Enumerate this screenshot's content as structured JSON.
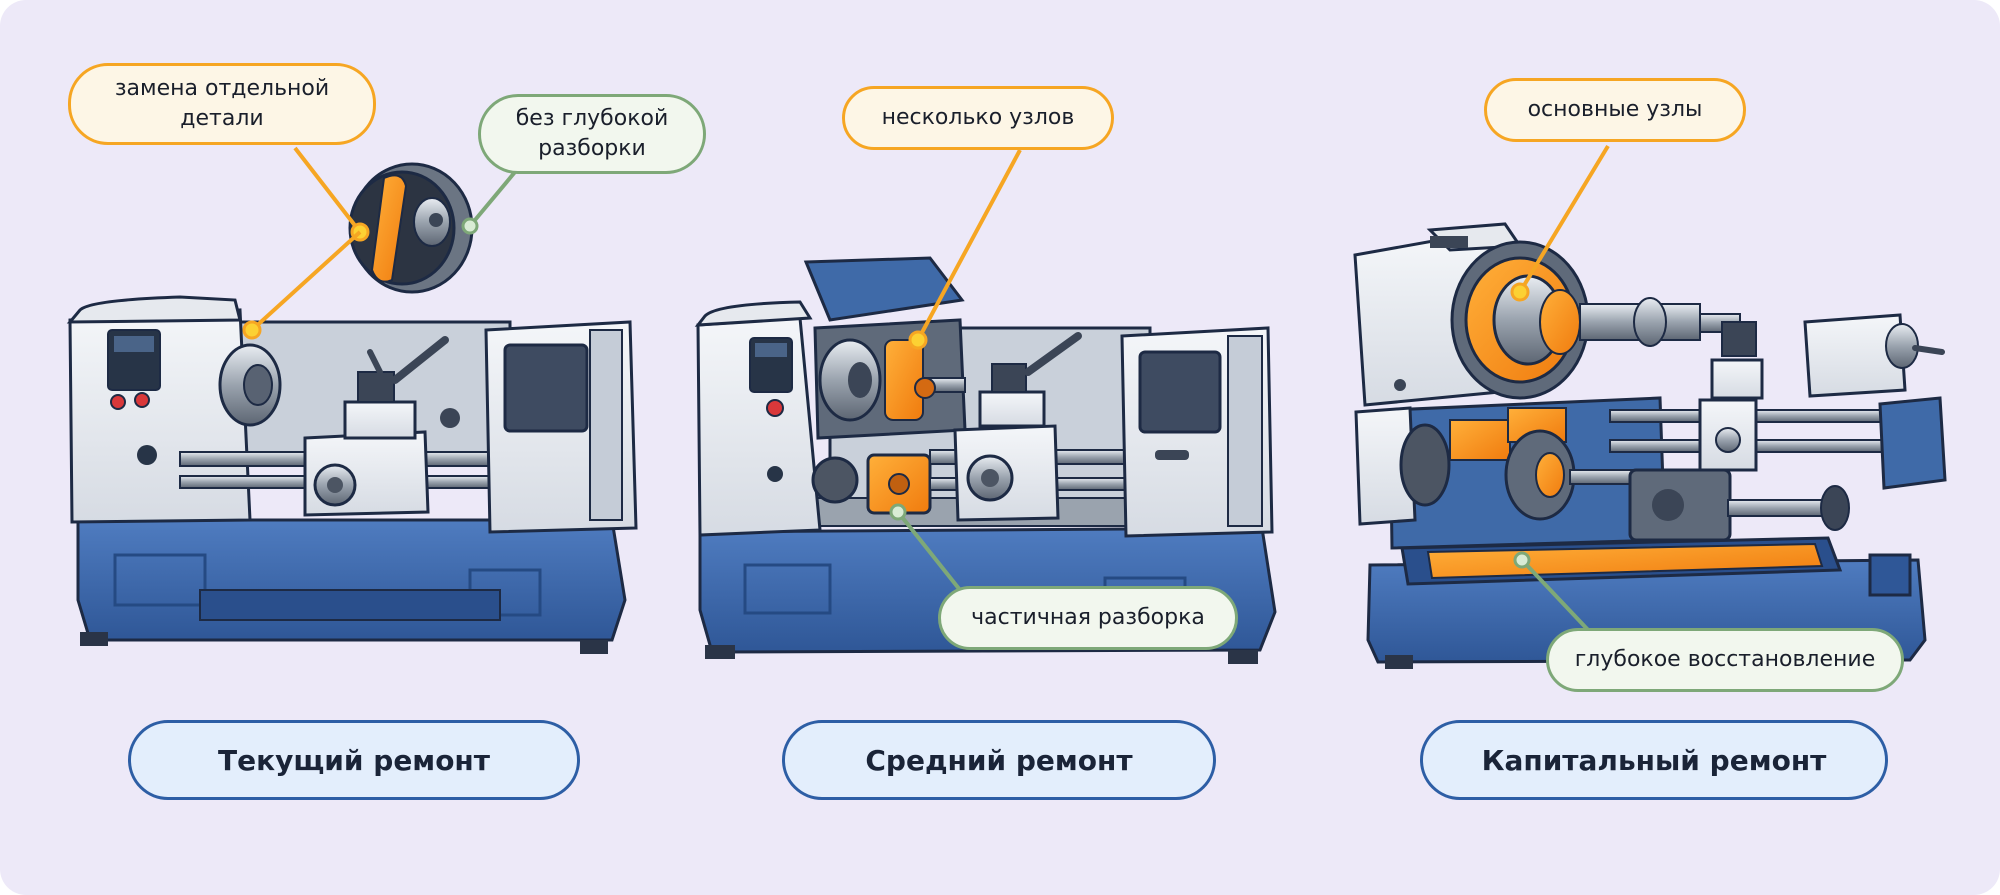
{
  "accent": {
    "orange": "#f6a623",
    "green": "#7ea878",
    "blue": "#2d5ea5",
    "machine_blue": "#3f6aa8"
  },
  "machines": [
    {
      "title": "Текущий ремонт",
      "callouts": [
        {
          "text": "замена отдельной детали",
          "style": "orange"
        },
        {
          "text": "без глубокой разборки",
          "style": "green"
        }
      ]
    },
    {
      "title": "Средний ремонт",
      "callouts": [
        {
          "text": "несколько узлов",
          "style": "orange"
        },
        {
          "text": "частичная разборка",
          "style": "green"
        }
      ]
    },
    {
      "title": "Капитальный ремонт",
      "callouts": [
        {
          "text": "основные узлы",
          "style": "orange"
        },
        {
          "text": "глубокое восстановление",
          "style": "green"
        }
      ]
    }
  ]
}
